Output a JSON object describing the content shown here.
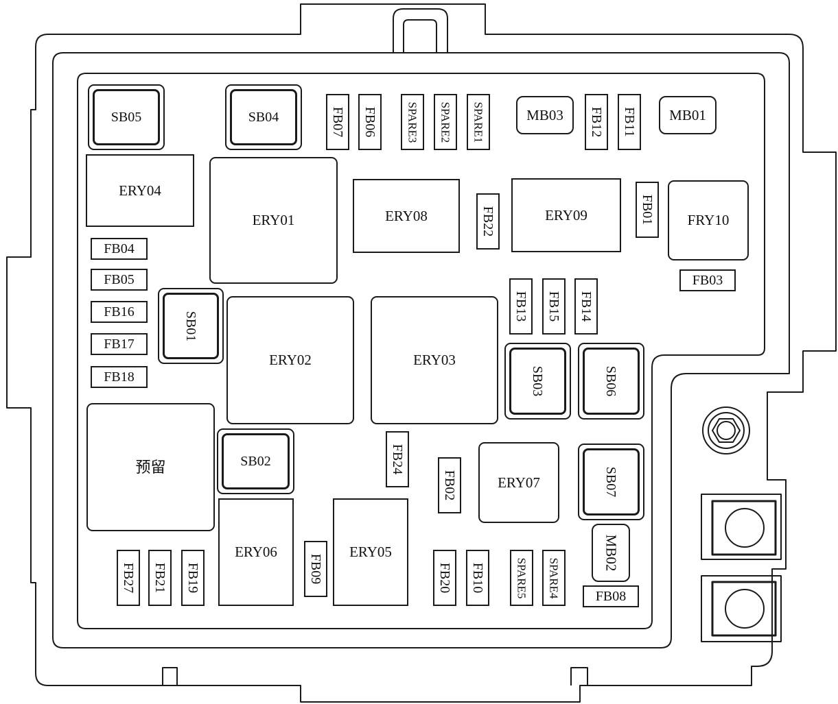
{
  "diagram": {
    "labels": {
      "sb05": "SB05",
      "sb04": "SB04",
      "sb01": "SB01",
      "sb02": "SB02",
      "sb03": "SB03",
      "sb06": "SB06",
      "sb07": "SB07",
      "fb07": "FB07",
      "fb06": "FB06",
      "spare3": "SPARE3",
      "spare2": "SPARE2",
      "spare1": "SPARE1",
      "mb03": "MB03",
      "fb12": "FB12",
      "fb11": "FB11",
      "mb01": "MB01",
      "ery04": "ERY04",
      "ery01": "ERY01",
      "ery08": "ERY08",
      "fb22": "FB22",
      "ery09": "ERY09",
      "fb01": "FB01",
      "fry10": "FRY10",
      "fb03": "FB03",
      "fb04": "FB04",
      "fb05": "FB05",
      "fb16": "FB16",
      "fb17": "FB17",
      "fb18": "FB18",
      "ery02": "ERY02",
      "ery03": "ERY03",
      "fb13": "FB13",
      "fb15": "FB15",
      "fb14": "FB14",
      "reserved": "预留",
      "fb24": "FB24",
      "fb02": "FB02",
      "ery07": "ERY07",
      "ery06": "ERY06",
      "fb09": "FB09",
      "ery05": "ERY05",
      "fb27": "FB27",
      "fb21": "FB21",
      "fb19": "FB19",
      "fb20": "FB20",
      "fb10": "FB10",
      "spare5": "SPARE5",
      "spare4": "SPARE4",
      "mb02": "MB02",
      "fb08": "FB08"
    }
  }
}
